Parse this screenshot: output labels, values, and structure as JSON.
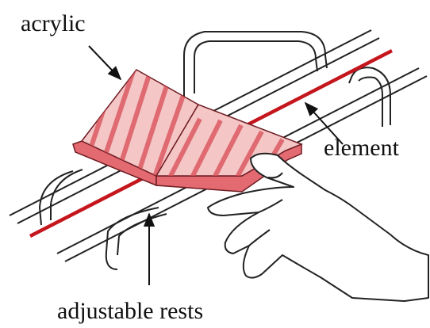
{
  "labels": {
    "acrylic": "acrylic",
    "element": "element",
    "rests": "adjustable rests"
  },
  "colors": {
    "sheet_fill": "#f4c6c6",
    "sheet_edge": "#e46a72",
    "sheet_streak": "#d94b55",
    "element_line": "#c4161c",
    "ink": "#111111"
  }
}
